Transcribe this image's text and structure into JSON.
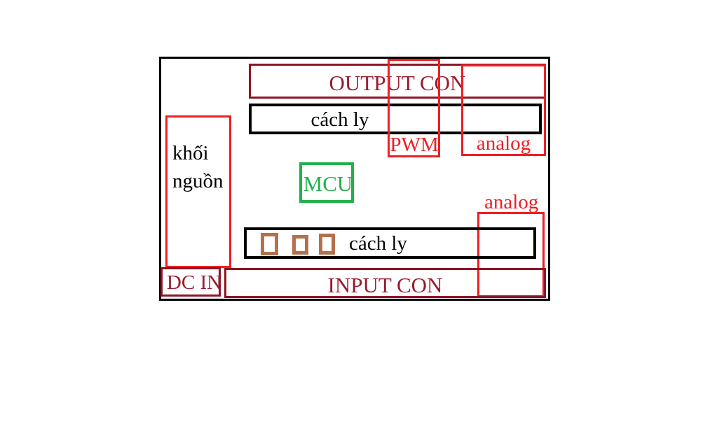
{
  "diagram": {
    "title": "Block diagram of a microcontroller I/O board",
    "colors": {
      "maroon": "#8E1525",
      "maroon_text": "#9C1B2E",
      "bright_red": "#F01E23",
      "black": "#000000",
      "green": "#22B14C",
      "brown": "#B5714C",
      "background": "#FFFFFF"
    },
    "blocks": {
      "outer_frame": {
        "label": ""
      },
      "output_con": {
        "label": "OUTPUT CON"
      },
      "cach_ly_top": {
        "label": "cách ly"
      },
      "pwm": {
        "label": "PWM"
      },
      "analog_top": {
        "label": "analog"
      },
      "khoi_nguon": {
        "label": "khối nguồn",
        "line1": "khối",
        "line2": "nguồn"
      },
      "mcu": {
        "label": "MCU"
      },
      "analog_bottom": {
        "label": "analog"
      },
      "cach_ly_bottom": {
        "label": "cách ly"
      },
      "dc_in": {
        "label": "DC IN"
      },
      "input_con": {
        "label": "INPUT CON"
      },
      "isolation_channels": [
        {
          "label": ""
        },
        {
          "label": ""
        },
        {
          "label": ""
        }
      ]
    }
  }
}
